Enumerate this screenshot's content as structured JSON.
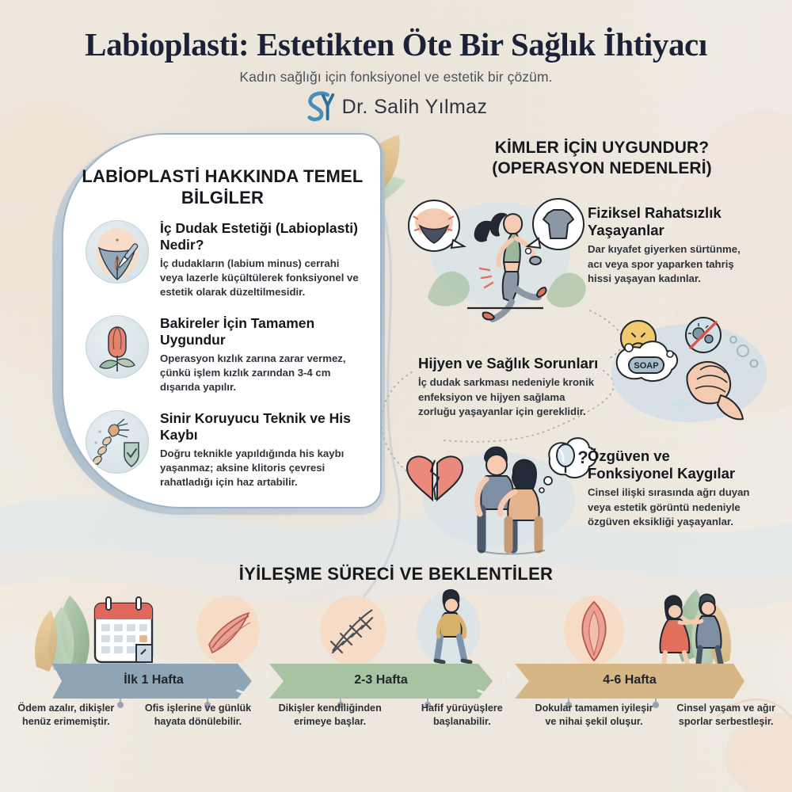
{
  "header": {
    "title": "Labioplasti: Estetikten Öte Bir Sağlık İhtiyacı",
    "subtitle": "Kadın sağlığı için fonksiyonel ve estetik bir çözüm.",
    "logo_icon": "sy-monogram-logo",
    "doctor": "Dr. Salih Yılmaz"
  },
  "left_panel": {
    "heading": "LABİOPLASTİ HAKKINDA TEMEL BİLGİLER",
    "items": [
      {
        "icon": "pelvis-scalpel-icon",
        "title": "İç Dudak Estetiği (Labioplasti) Nedir?",
        "body": "İç dudakların (labium minus) cerrahi veya lazerle küçültülerek fonksiyonel ve estetik olarak düzeltilmesidir."
      },
      {
        "icon": "tulip-flower-icon",
        "title": "Bakireler İçin Tamamen Uygundur",
        "body": "Operasyon kızlık zarına zarar vermez, çünkü işlem kızlık zarından 3-4 cm dışarıda yapılır."
      },
      {
        "icon": "nerve-shield-icon",
        "title": "Sinir Koruyucu Teknik ve His Kaybı",
        "body": "Doğru teknikle yapıldığında his kaybı yaşanmaz; aksine klitoris çevresi rahatladığı için haz artabilir."
      }
    ]
  },
  "right_panel": {
    "heading": "KİMLER İÇİN UYGUNDUR? (OPERASYON NEDENLERİ)",
    "items": [
      {
        "scene_icon": "running-woman-icon",
        "title": "Fiziksel Rahatsızlık Yaşayanlar",
        "body": "Dar kıyafet giyerken sürtünme, acı veya spor yaparken tahriş hissi yaşayan kadınlar."
      },
      {
        "scene_icon": "handwash-soap-icon",
        "title": "Hijyen ve Sağlık Sorunları",
        "body": "İç dudak sarkması nedeniyle kronik enfeksiyon ve hijyen sağlama zorluğu yaşayanlar için gereklidir."
      },
      {
        "scene_icon": "couple-broken-heart-icon",
        "title": "Özgüven ve Fonksiyonel Kaygılar",
        "body": "Cinsel ilişki sırasında ağrı duyan veya estetik görüntü nedeniyle özgüven eksikliği yaşayanlar."
      }
    ]
  },
  "timeline": {
    "heading": "İYİLEŞME SÜRECİ VE BEKLENTİLER",
    "stages": [
      {
        "label": "İlk 1 Hafta",
        "color": "#8fa5b6"
      },
      {
        "label": "2-3 Hafta",
        "color": "#a8c3a2"
      },
      {
        "label": "4-6 Hafta",
        "color": "#d6b684"
      }
    ],
    "icons": [
      "calendar-icon",
      "healing-tissue-icon",
      "stitches-icon",
      "walking-woman-icon",
      "healed-tissue-icon",
      "dancing-couple-icon"
    ],
    "captions": [
      {
        "pre": "Ödem azalır, ",
        "strong": "dikişler",
        "post": " henüz erimemiştir."
      },
      {
        "pre": "Ofis işlerine ve günlük hayata dönülebilir.",
        "strong": "",
        "post": ""
      },
      {
        "pre": "",
        "strong": "Dikişler",
        "post": " kendiliğinden erimeye başlar."
      },
      {
        "pre": "Hafif yürüyüşlere başlanabilir.",
        "strong": "",
        "post": ""
      },
      {
        "pre": "Dokular tamamen iyileşir ve nihai şekil oluşur.",
        "strong": "",
        "post": ""
      },
      {
        "pre": "Cinsel yaşam ve ağır sporlar serbestleşir.",
        "strong": "",
        "post": ""
      }
    ]
  },
  "palette": {
    "background": "#f8f6f1",
    "title": "#1b2238",
    "card": "#ffffff",
    "card_border": "#9fb3c4",
    "sage": "#9bb79a",
    "tan": "#d6b684",
    "blue_gray": "#8fa5b6",
    "coral": "#e08a74"
  }
}
